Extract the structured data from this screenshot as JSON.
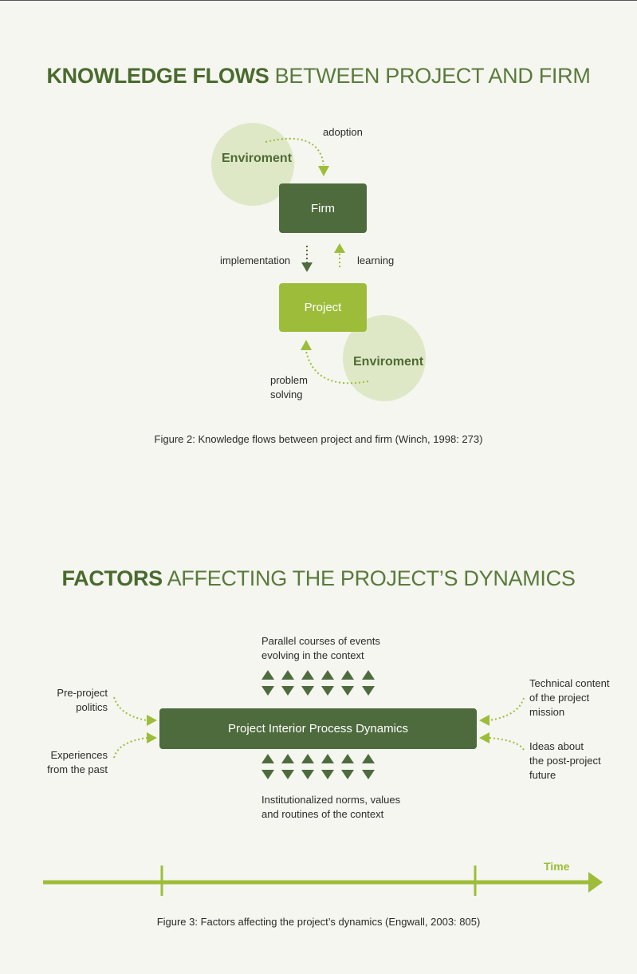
{
  "section1": {
    "heading_bold": "KNOWLEDGE FLOWS",
    "heading_rest": "BETWEEN PROJECT AND FIRM",
    "env_top": "Enviroment",
    "env_bottom": "Enviroment",
    "firm": "Firm",
    "project": "Project",
    "adoption": "adoption",
    "implementation": "implementation",
    "learning": "learning",
    "problem_solving_1": "problem",
    "problem_solving_2": "solving",
    "caption": "Figure 2: Knowledge flows between project and firm (Winch, 1998: 273)"
  },
  "section2": {
    "heading_bold": "FACTORS",
    "heading_rest": "AFFECTING THE PROJECT’S DYNAMICS",
    "center_box": "Project Interior Process Dynamics",
    "top_label_1": "Parallel courses of events",
    "top_label_2": "evolving in the context",
    "bottom_label_1": "Institutionalized norms, values",
    "bottom_label_2": "and routines of the context",
    "left_top_1": "Pre-project",
    "left_top_2": "politics",
    "left_bottom_1": "Experiences",
    "left_bottom_2": "from the past",
    "right_top_1": "Technical content",
    "right_top_2": "of the project",
    "right_top_3": "mission",
    "right_bottom_1": "Ideas about",
    "right_bottom_2": "the post-project",
    "right_bottom_3": "future",
    "time_label": "Time",
    "caption": "Figure 3: Factors affecting the project’s dynamics (Engwall, 2003: 805)"
  },
  "colors": {
    "dark_green": "#4e6b3e",
    "light_green": "#9dbd3a",
    "pale_green": "#dfe8c6",
    "heading_green": "#5a7a3c"
  }
}
